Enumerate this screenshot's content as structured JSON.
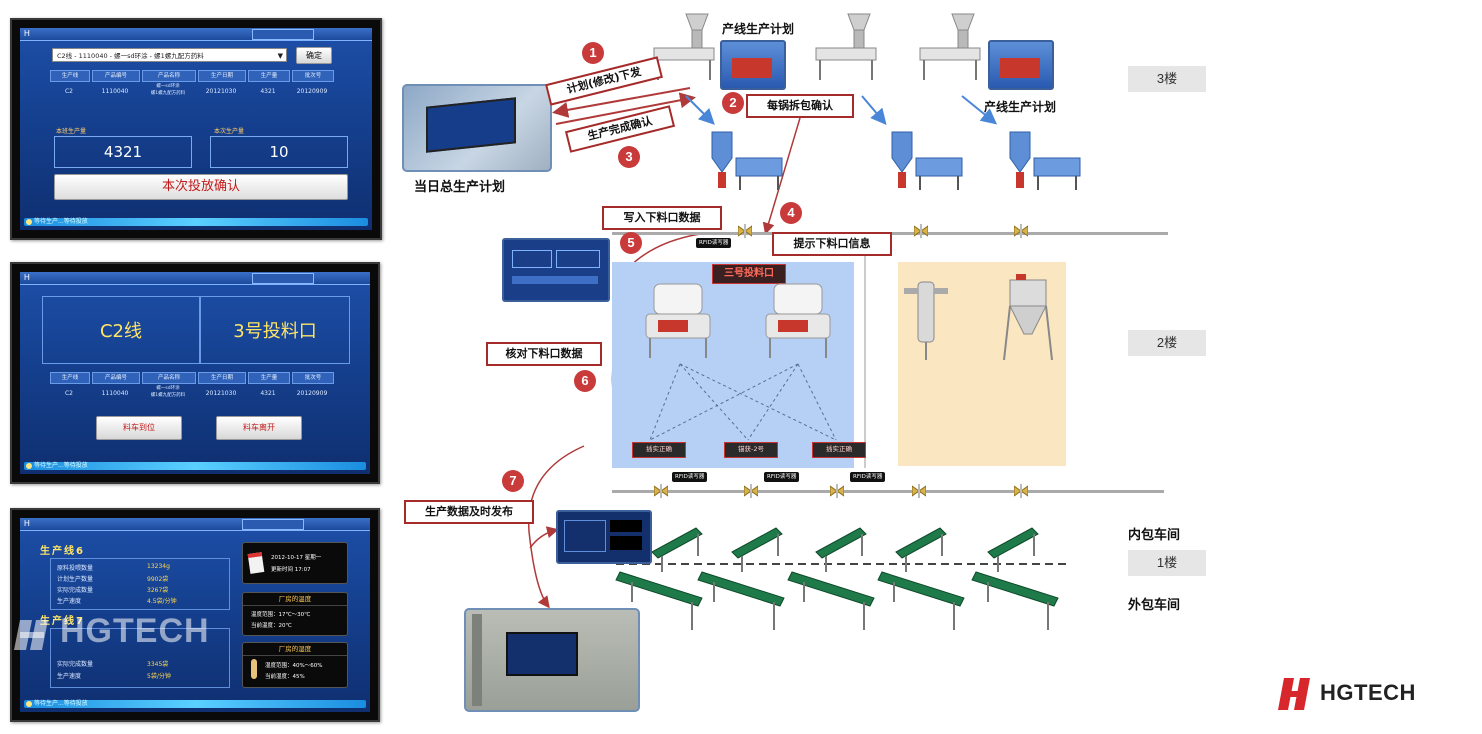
{
  "screen1": {
    "dropdown": "C2线 - 1110040 - 螺一sd环涂 - 螺1螺九配方药料",
    "confirm_btn": "确定",
    "headers": [
      "生产线",
      "产品编号",
      "产品名称",
      "生产日期",
      "生产量",
      "批次号"
    ],
    "row": [
      "C2",
      "1110040",
      "螺一sd环涂\n螺1螺九配方药料",
      "20121030",
      "4321",
      "20120909"
    ],
    "label_a": "本班生产量",
    "label_b": "本次生产量",
    "value_a": "4321",
    "value_b": "10",
    "main_btn": "本次投放确认",
    "status": "等待生产...等待投放"
  },
  "screen2": {
    "line": "C2线",
    "port": "3号投料口",
    "headers": [
      "生产线",
      "产品编号",
      "产品名称",
      "生产日期",
      "生产量",
      "批次号"
    ],
    "row": [
      "C2",
      "1110040",
      "螺一sd环涂\n螺1螺九配方药料",
      "20121030",
      "4321",
      "20120909"
    ],
    "btn_arrive": "料车到位",
    "btn_leave": "料车离开",
    "status": "等待生产...等待投放"
  },
  "screen3": {
    "line6_title": "生产线6",
    "line6_rows": [
      {
        "k": "原料投喂数量",
        "v": "13234g"
      },
      {
        "k": "计划生产数量",
        "v": "9902袋"
      },
      {
        "k": "实际完成数量",
        "v": "3267袋"
      },
      {
        "k": "生产速度",
        "v": "4.5袋/分钟"
      }
    ],
    "line7_title": "生产线7",
    "line7_rows": [
      {
        "k": "实际完成数量",
        "v": "3345袋"
      },
      {
        "k": "生产速度",
        "v": "5袋/分钟"
      }
    ],
    "date_text": "2012-10-17  星期一",
    "time_text": "更新时间 17:07",
    "box1_head": "厂房的温度",
    "box1_lines": [
      "温度范围：17℃～30℃",
      "当前温度：20℃"
    ],
    "box2_head": "厂房的湿度",
    "box2_lines": [
      "湿度范围：40%～60%",
      "当前湿度：45%"
    ],
    "status": "等待生产...等待投放"
  },
  "watermark": "HGTECH",
  "diagram": {
    "floor_3": "3楼",
    "floor_2": "2楼",
    "floor_1": "1楼",
    "plan_top": "产线生产计划",
    "plan_right": "产线生产计划",
    "daily_plan": "当日总生产计划",
    "step1_text": "计划(修改)下发",
    "step2_text": "每锅拆包确认",
    "step3_text": "生产完成确认",
    "step4_text": "提示下料口信息",
    "step5_text": "写入下料口数据",
    "step6_text": "核对下料口数据",
    "step7_text": "生产数据及时发布",
    "port_label": "三号投料口",
    "stations": [
      "插实正确",
      "锚获-2号",
      "插实正确"
    ],
    "rfid": "RFID读写器",
    "inner_pack": "内包车间",
    "outer_pack": "外包车间",
    "numbers": [
      "1",
      "2",
      "3",
      "4",
      "5",
      "6",
      "7"
    ]
  },
  "brand": "HGTECH",
  "colors": {
    "accent_red": "#a52a2a",
    "screen_blue": "#1d4fa8",
    "zone_blue": "#b6cff5",
    "zone_tan": "#fbe6c2"
  }
}
